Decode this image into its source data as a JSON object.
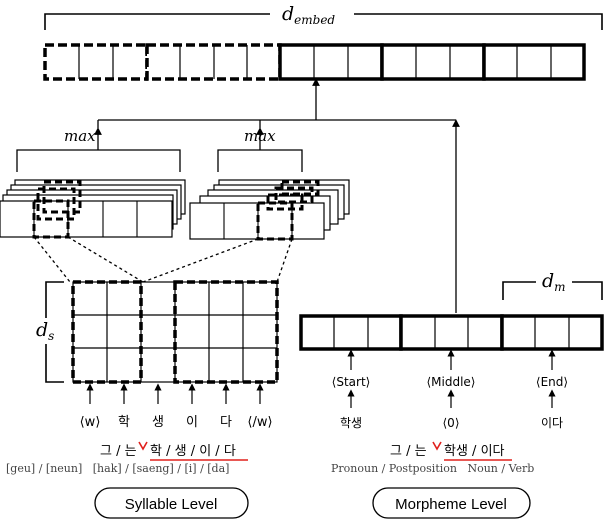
{
  "top": {
    "label_main": "d",
    "label_sub": "embed"
  },
  "syllable": {
    "max_label": "max",
    "ds_main": "d",
    "ds_sub": "s",
    "tokens": [
      "⟨w⟩",
      "학",
      "생",
      "이",
      "다",
      "⟨/w⟩"
    ],
    "sentence_prefix": "그 / 는",
    "sentence_marked": "학 / 생 / 이 / 다",
    "romanization": "[geu] / [neun]   [hak] / [saeng] / [i] / [da]",
    "level_label": "Syllable Level"
  },
  "morpheme": {
    "max_label": "max",
    "dm_main": "d",
    "dm_sub": "m",
    "tags": [
      "⟨Start⟩",
      "⟨Middle⟩",
      "⟨End⟩"
    ],
    "inputs": [
      "학생",
      "⟨0⟩",
      "이다"
    ],
    "sentence_prefix": "그 / 는",
    "sentence_marked": "학생 / 이다",
    "pos": "Pronoun / Postposition   Noun / Verb",
    "level_label": "Morpheme Level"
  },
  "colors": {
    "mark": "#e0201c",
    "ink": "#000000"
  }
}
